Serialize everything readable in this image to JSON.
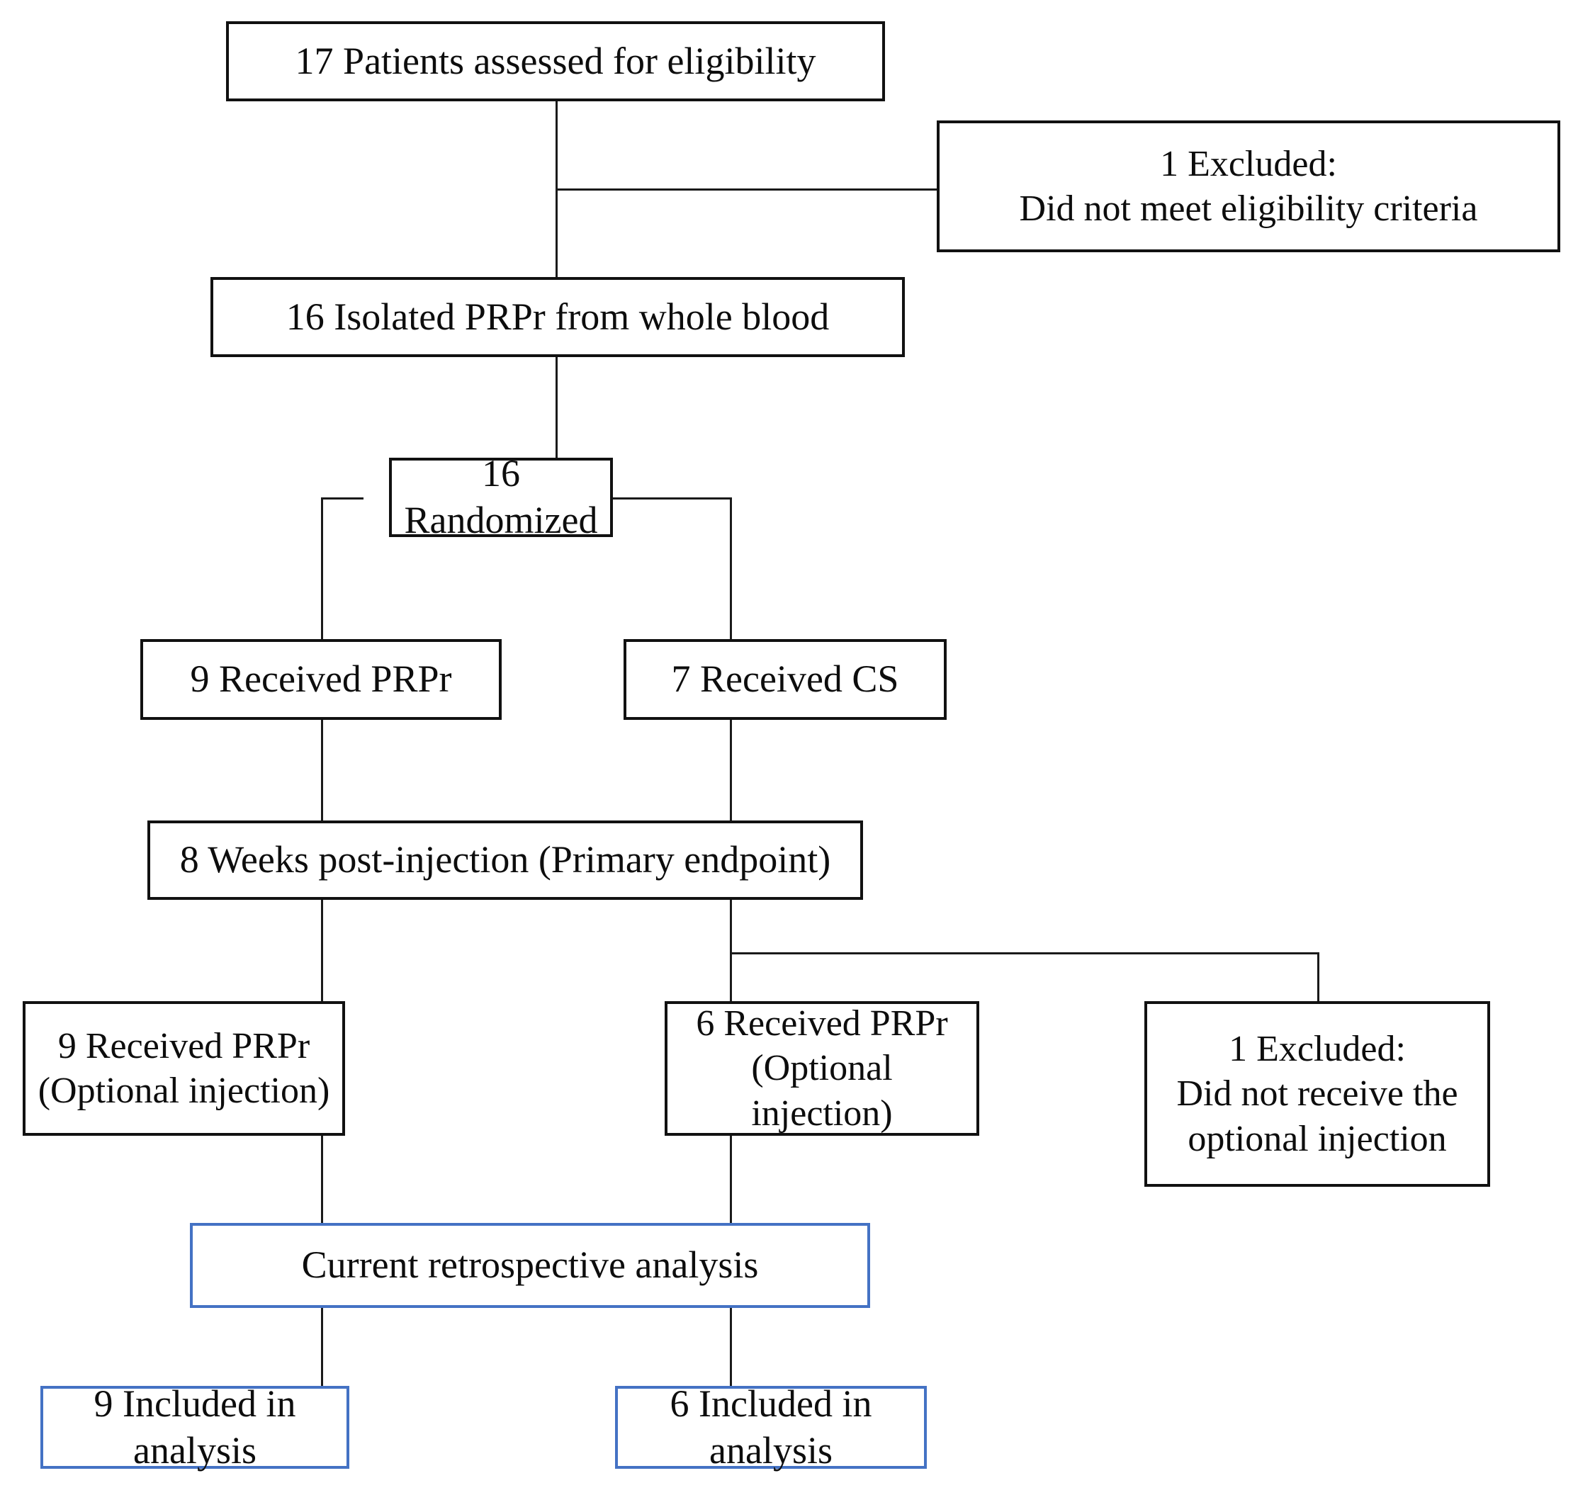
{
  "diagram": {
    "type": "consort-flow-diagram",
    "title": "CONSORT participant flow",
    "colors": {
      "box_border_black": "#111111",
      "box_border_blue": "#4472C4",
      "connector": "#1a1a1a",
      "background": "#ffffff",
      "text": "#0d0d0d"
    },
    "nodes": [
      {
        "id": "assessed",
        "label": "17 Patients assessed for eligibility",
        "count": 17,
        "border": "black"
      },
      {
        "id": "excluded-eligibility",
        "label": "1 Excluded:\nDid not meet eligibility  criteria",
        "count": 1,
        "border": "black"
      },
      {
        "id": "isolated",
        "label": "16 Isolated PRPr from whole blood",
        "count": 16,
        "border": "black"
      },
      {
        "id": "randomized",
        "label": "16 Randomized",
        "count": 16,
        "border": "black"
      },
      {
        "id": "received-prpr",
        "label": "9 Received PRPr",
        "count": 9,
        "border": "black"
      },
      {
        "id": "received-cs",
        "label": "7 Received CS",
        "count": 7,
        "border": "black"
      },
      {
        "id": "endpoint",
        "label": "8 Weeks post-injection (Primary endpoint)",
        "count": 8,
        "border": "black"
      },
      {
        "id": "optional-prpr-left",
        "label": "9 Received PRPr\n(Optional injection)",
        "count": 9,
        "border": "black"
      },
      {
        "id": "optional-prpr-mid",
        "label": "6 Received PRPr\n(Optional injection)",
        "count": 6,
        "border": "black"
      },
      {
        "id": "excluded-optional",
        "label": "1 Excluded:\nDid not receive the\noptional injection",
        "count": 1,
        "border": "black"
      },
      {
        "id": "retrospective",
        "label": "Current retrospective analysis",
        "border": "blue"
      },
      {
        "id": "included-left",
        "label": "9 Included in analysis",
        "count": 9,
        "border": "blue"
      },
      {
        "id": "included-right",
        "label": "6 Included in analysis",
        "count": 6,
        "border": "blue"
      }
    ]
  }
}
